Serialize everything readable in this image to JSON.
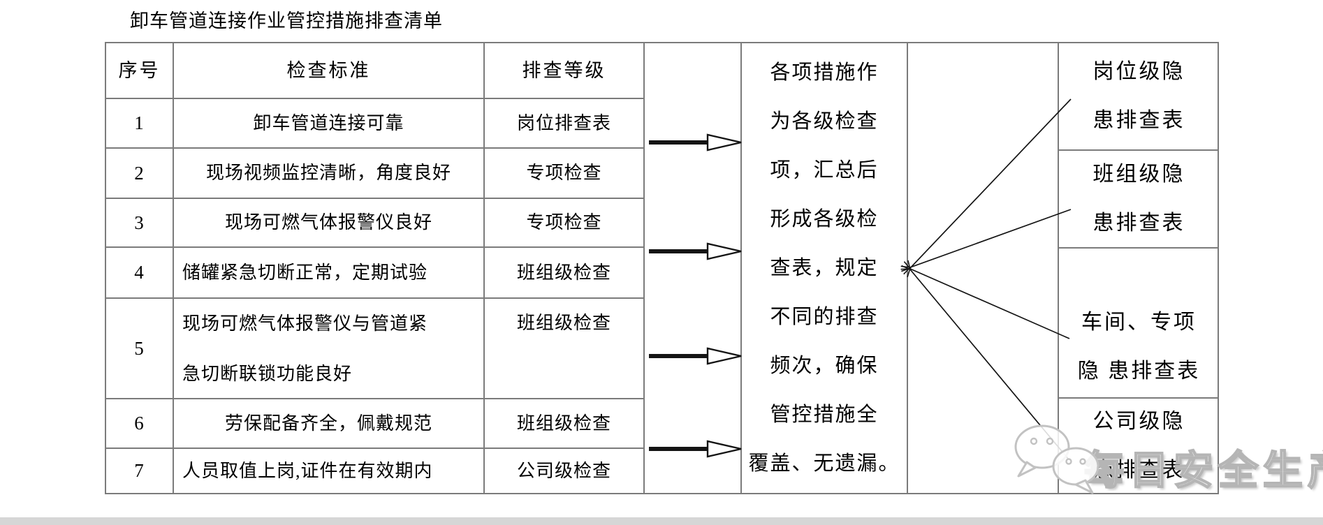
{
  "page": {
    "title": "卸车管道连接作业管控措施排查清单"
  },
  "table": {
    "headers": {
      "no": "序号",
      "standard": "检查标准",
      "level": "排查等级"
    },
    "rows": [
      {
        "no": "1",
        "standard": "卸车管道连接可靠",
        "level": "岗位排查表"
      },
      {
        "no": "2",
        "standard": "现场视频监控清晰，角度良好",
        "level": "专项检查"
      },
      {
        "no": "3",
        "standard": "现场可燃气体报警仪良好",
        "level": "专项检查"
      },
      {
        "no": "4",
        "standard": "储罐紧急切断正常，定期试验",
        "level": "班组级检查"
      },
      {
        "no": "5",
        "standard": "现场可燃气体报警仪与管道紧急切断联锁功能良好",
        "standard_lines": [
          "现场可燃气体报警仪与管道紧",
          "急切断联锁功能良好"
        ],
        "level": "班组级检查"
      },
      {
        "no": "6",
        "standard": "劳保配备齐全，佩戴规范",
        "level": "班组级检查"
      },
      {
        "no": "7",
        "standard": "人员取值上岗,证件在有效期内",
        "level": "公司级检查"
      }
    ]
  },
  "note": {
    "text": "各项措施作为各级检查项，汇总后形成各级检查表，规定不同的排查频次，确保管控措施全覆盖、无遗漏。",
    "lines": [
      "各项措施作",
      "为各级检查",
      "项，汇总后",
      "形成各级检",
      "查表，规定",
      "不同的排查",
      "频次，确保",
      "管控措施全",
      "覆盖、无遗漏。"
    ]
  },
  "outputs": [
    {
      "text": "岗位级隐患排查表",
      "lines": [
        "岗位级隐",
        "患排查表"
      ]
    },
    {
      "text": "班组级隐患排查表",
      "lines": [
        "班组级隐",
        "患排查表"
      ]
    },
    {
      "text": "车间、专项隐患排查表",
      "lines": [
        "车间、专项",
        "隐 患排查表"
      ]
    },
    {
      "text": "公司级隐患排查表",
      "lines": [
        "公司级隐",
        "患排查表"
      ]
    }
  ],
  "watermark": {
    "text": "每日安全生产",
    "icon": "wechat-icon"
  },
  "icons": {
    "flow_arrow": "arrow-right-icon",
    "watermark_logo": "wechat-icon"
  },
  "colors": {
    "border": "#7b7b7b",
    "text": "#000000",
    "line": "#141414",
    "watermark": "#b5b5b5",
    "background": "#ffffff"
  }
}
